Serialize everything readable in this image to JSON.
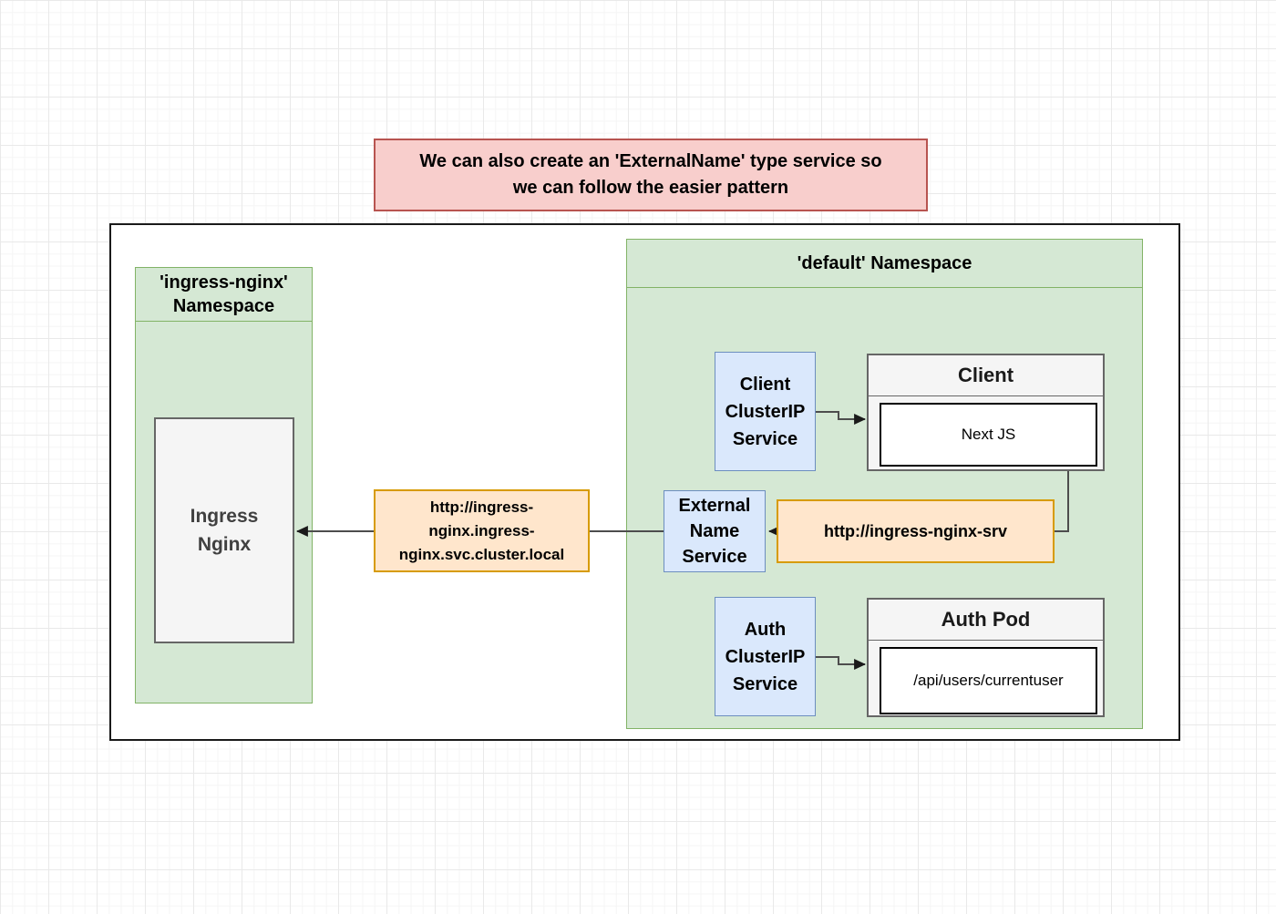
{
  "banner": {
    "text": "We can also create an 'ExternalName' type service so\nwe can follow the easier pattern"
  },
  "ingress_namespace": {
    "title": "'ingress-nginx'\nNamespace",
    "ingress_node_label": "Ingress\nNginx"
  },
  "default_namespace": {
    "title": "'default' Namespace",
    "client_service_label": "Client\nClusterIP\nService",
    "client_pod": {
      "title": "Client",
      "inner_label": "Next JS"
    },
    "external_name_service_label": "External\nName\nService",
    "auth_service_label": "Auth\nClusterIP\nService",
    "auth_pod": {
      "title": "Auth Pod",
      "inner_label": "/api/users/currentuser"
    }
  },
  "edge_labels": {
    "cluster_dns": "http://ingress-\nnginx.ingress-\nnginx.svc.cluster.local",
    "srv_dns": "http://ingress-nginx-srv"
  },
  "edges": [
    {
      "from": "client-pod",
      "to": "external-name-service",
      "label": "http://ingress-nginx-srv"
    },
    {
      "from": "external-name-service",
      "to": "ingress-nginx-node",
      "label": "http://ingress-nginx.ingress-nginx.svc.cluster.local"
    },
    {
      "from": "client-clusterip-service",
      "to": "client-pod",
      "label": ""
    },
    {
      "from": "auth-clusterip-service",
      "to": "auth-pod",
      "label": ""
    }
  ],
  "colors": {
    "banner_fill": "#f8cecc",
    "banner_border": "#b85450",
    "namespace_fill": "#d5e8d4",
    "namespace_border": "#82b366",
    "service_fill": "#dae8fc",
    "service_border": "#6c8ebf",
    "edge_label_fill": "#ffe6cc",
    "edge_label_border": "#d79b00",
    "node_fill": "#f5f5f5",
    "node_border": "#666666",
    "edge_stroke": "#4d4d4d"
  }
}
